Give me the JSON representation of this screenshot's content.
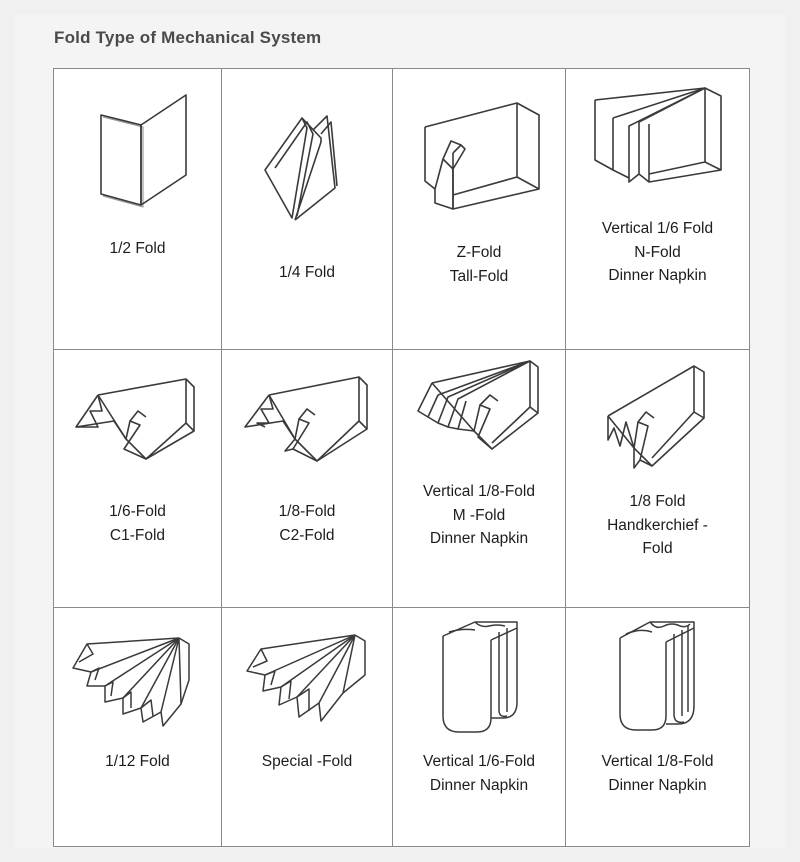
{
  "header": {
    "title": "Fold Type of Mechanical System"
  },
  "colors": {
    "page_background": "#f0f0f0",
    "card_background": "#f4f4f4",
    "table_background": "#ffffff",
    "table_border": "#8a8a8a",
    "title_text": "#4a4a4a",
    "label_text": "#1d1d1d",
    "illustration_stroke": "#3a3a3a"
  },
  "table": {
    "rows": [
      {
        "cells": [
          {
            "icon": "half-fold-illustration",
            "labels": [
              "1/2 Fold"
            ]
          },
          {
            "icon": "quarter-fold-illustration",
            "labels": [
              "1/4 Fold"
            ]
          },
          {
            "icon": "z-fold-illustration",
            "labels": [
              "Z-Fold",
              "Tall-Fold"
            ]
          },
          {
            "icon": "vertical-sixth-fold-illustration",
            "labels": [
              "Vertical 1/6 Fold",
              "N-Fold",
              "Dinner Napkin"
            ]
          }
        ]
      },
      {
        "cells": [
          {
            "icon": "sixth-c1-fold-illustration",
            "labels": [
              "1/6-Fold",
              "C1-Fold"
            ]
          },
          {
            "icon": "eighth-c2-fold-illustration",
            "labels": [
              "1/8-Fold",
              "C2-Fold"
            ]
          },
          {
            "icon": "vertical-eighth-m-fold-illustration",
            "labels": [
              "Vertical 1/8-Fold",
              "M -Fold",
              "Dinner Napkin"
            ]
          },
          {
            "icon": "eighth-handkerchief-fold-illustration",
            "labels": [
              "1/8 Fold",
              "Handkerchief -",
              "Fold"
            ]
          }
        ]
      },
      {
        "cells": [
          {
            "icon": "twelfth-fold-illustration",
            "labels": [
              "1/12 Fold"
            ]
          },
          {
            "icon": "special-fold-illustration",
            "labels": [
              "Special -Fold"
            ]
          },
          {
            "icon": "vertical-sixth-dinner-napkin-illustration",
            "labels": [
              "Vertical 1/6-Fold",
              "Dinner Napkin"
            ]
          },
          {
            "icon": "vertical-eighth-dinner-napkin-illustration",
            "labels": [
              "Vertical 1/8-Fold",
              "Dinner Napkin"
            ]
          }
        ]
      }
    ]
  }
}
